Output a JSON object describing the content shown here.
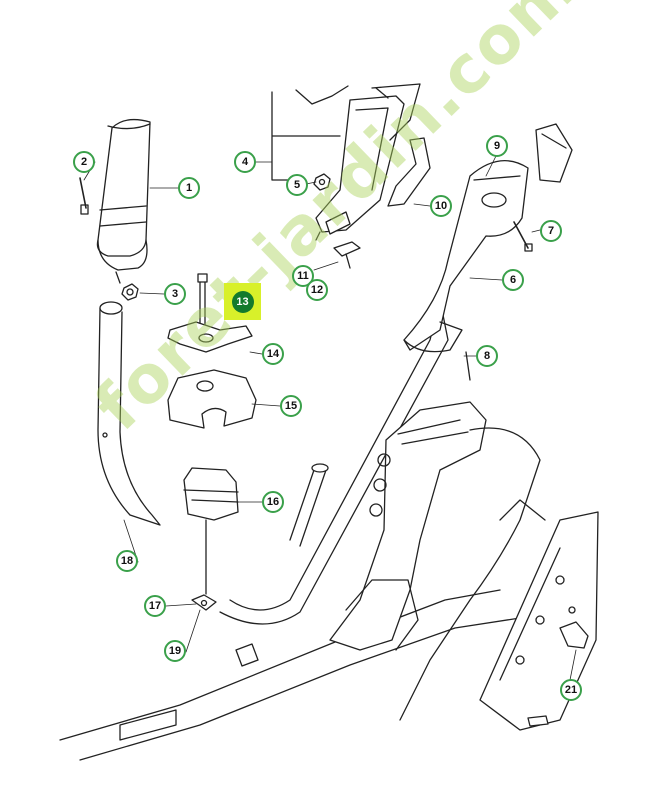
{
  "diagram": {
    "callouts": [
      {
        "id": "c1",
        "label": "1"
      },
      {
        "id": "c2",
        "label": "2"
      },
      {
        "id": "c3",
        "label": "3"
      },
      {
        "id": "c4",
        "label": "4"
      },
      {
        "id": "c5",
        "label": "5"
      },
      {
        "id": "c6",
        "label": "6"
      },
      {
        "id": "c7",
        "label": "7"
      },
      {
        "id": "c8",
        "label": "8"
      },
      {
        "id": "c9",
        "label": "9"
      },
      {
        "id": "c10",
        "label": "10"
      },
      {
        "id": "c11",
        "label": "11"
      },
      {
        "id": "c12",
        "label": "12"
      },
      {
        "id": "c14",
        "label": "14"
      },
      {
        "id": "c15",
        "label": "15"
      },
      {
        "id": "c16",
        "label": "16"
      },
      {
        "id": "c17",
        "label": "17"
      },
      {
        "id": "c18",
        "label": "18"
      },
      {
        "id": "c19",
        "label": "19"
      },
      {
        "id": "c21",
        "label": "21"
      }
    ],
    "highlighted_part": {
      "label": "13",
      "highlight_color": "#d8f02a",
      "badge_color": "#137a2c"
    },
    "callout_border_color": "#3aa04a"
  },
  "watermark": {
    "text": "foret-jardin.com",
    "color": "#b4d95a"
  }
}
